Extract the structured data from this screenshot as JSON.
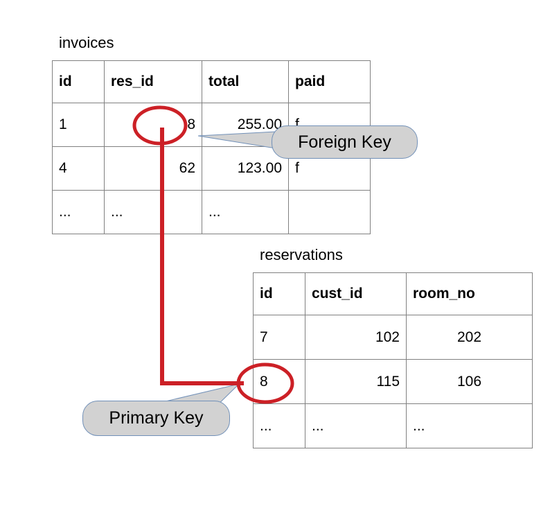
{
  "diagram": {
    "title_invoices": "invoices",
    "title_reservations": "reservations",
    "accent_red": "#cc2026",
    "bubble_fill": "#d2d2d2",
    "bubble_stroke": "#7190b8",
    "table_border": "#808080"
  },
  "invoices": {
    "caption": "invoices",
    "columns": [
      "id",
      "res_id",
      "total",
      "paid"
    ],
    "rows": [
      {
        "id": "1",
        "res_id": "8",
        "total": "255.00",
        "paid": "f"
      },
      {
        "id": "4",
        "res_id": "62",
        "total": "123.00",
        "paid": "f"
      },
      {
        "id": "...",
        "res_id": "...",
        "total": "...",
        "paid": ""
      }
    ]
  },
  "reservations": {
    "caption": "reservations",
    "columns": [
      "id",
      "cust_id",
      "room_no"
    ],
    "rows": [
      {
        "id": "7",
        "cust_id": "102",
        "room_no": "202"
      },
      {
        "id": "8",
        "cust_id": "115",
        "room_no": "106"
      },
      {
        "id": "...",
        "cust_id": "...",
        "room_no": "..."
      }
    ]
  },
  "annotations": {
    "foreign_key_label": "Foreign Key",
    "primary_key_label": "Primary Key"
  }
}
